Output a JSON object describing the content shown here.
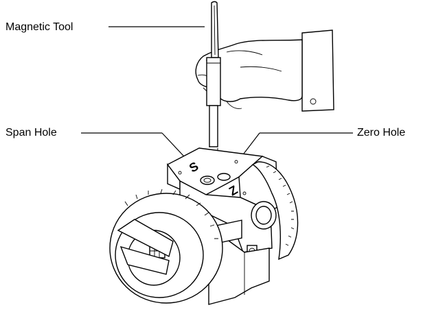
{
  "labels": {
    "magnetic_tool": "Magnetic Tool",
    "span_hole": "Span Hole",
    "zero_hole": "Zero Hole"
  },
  "marks": {
    "span": "S",
    "zero": "Z"
  }
}
